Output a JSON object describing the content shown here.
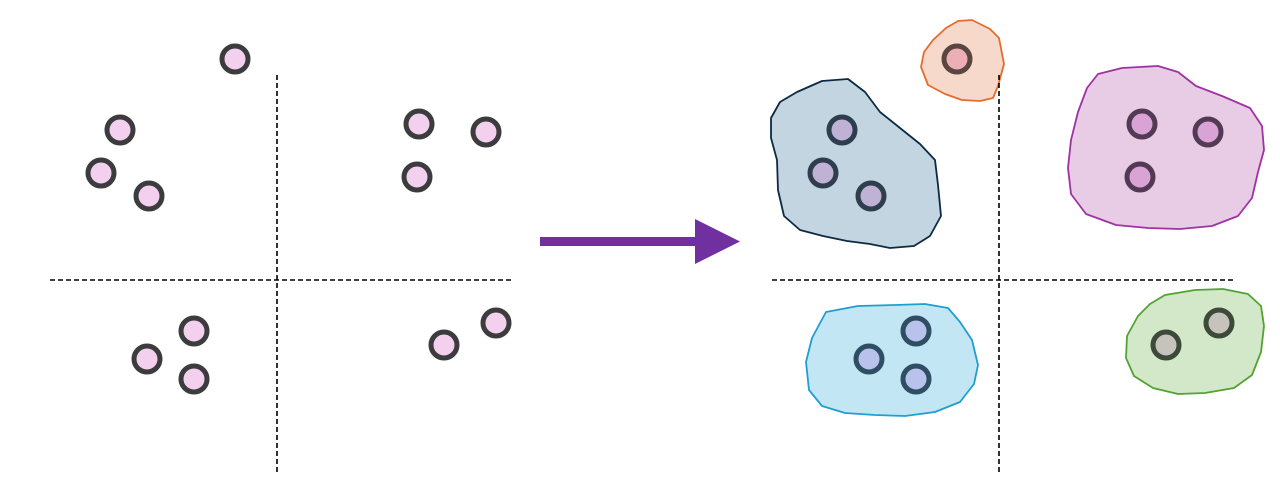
{
  "colors": {
    "background": "#ffffff",
    "point_fill": "#f3d1ee",
    "point_stroke": "#3c3c3e",
    "axis": "#000000",
    "arrow": "#7030a0"
  },
  "clusters": [
    {
      "name": "upper-left-outlier",
      "fill": "#f7d9cb",
      "stroke": "#e46c2b",
      "point_fill": "#ecafb6",
      "point_stroke": "#5a4640"
    },
    {
      "name": "upper-left-group",
      "fill": "#c3d5e0",
      "stroke": "#0d2a44",
      "point_fill": "#bfb2d5",
      "point_stroke": "#2e3e4e"
    },
    {
      "name": "upper-right-group",
      "fill": "#e8cce6",
      "stroke": "#9f32a2",
      "point_fill": "#d9a3d6",
      "point_stroke": "#523a55"
    },
    {
      "name": "lower-left-group",
      "fill": "#c3e6f5",
      "stroke": "#1f9fd0",
      "point_fill": "#b9c2ea",
      "point_stroke": "#2f4e64"
    },
    {
      "name": "lower-right-group",
      "fill": "#d3e7c9",
      "stroke": "#52a332",
      "point_fill": "#c6c3bd",
      "point_stroke": "#3c4a3a"
    }
  ]
}
